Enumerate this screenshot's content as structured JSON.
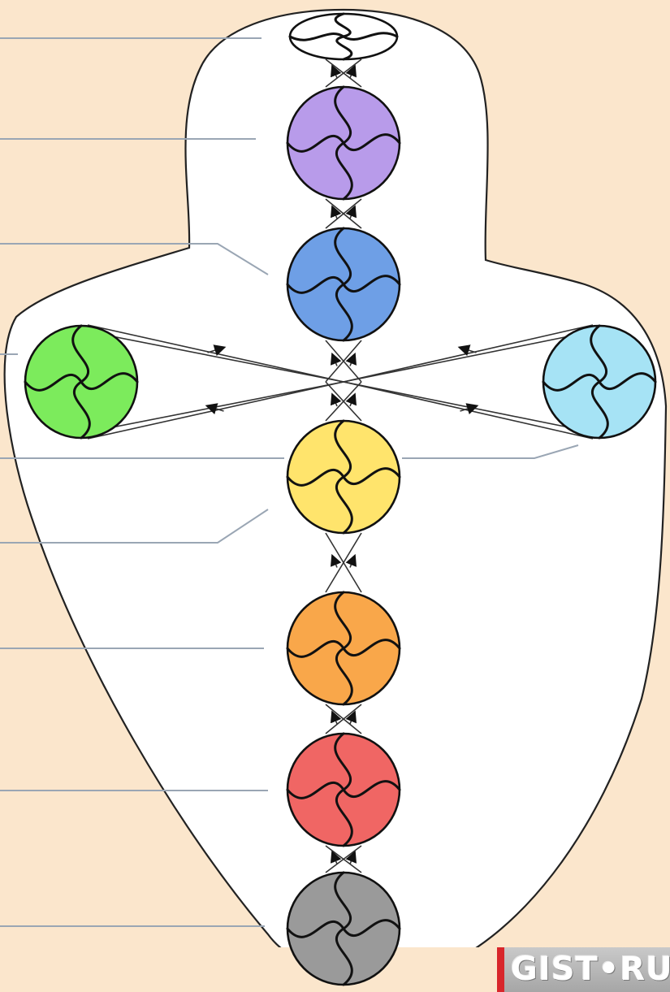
{
  "diagram": {
    "background_color": "#fbe6cc",
    "body_fill": "#ffffff",
    "outline_color": "#222222",
    "leader_line_color": "#9aa6b4",
    "chakras": [
      {
        "id": "crown",
        "color": "#ffffff",
        "icon": "swirl-icon"
      },
      {
        "id": "third-eye",
        "color": "#b89bea",
        "icon": "swirl-icon"
      },
      {
        "id": "throat",
        "color": "#6e9fe6",
        "icon": "swirl-icon"
      },
      {
        "id": "left-hand",
        "color": "#7ceb5c",
        "icon": "swirl-icon"
      },
      {
        "id": "right-hand",
        "color": "#a6e3f5",
        "icon": "swirl-icon"
      },
      {
        "id": "heart",
        "color": "#ffe46c",
        "icon": "swirl-icon"
      },
      {
        "id": "solar-plexus",
        "color": "#f9a74a",
        "icon": "swirl-icon"
      },
      {
        "id": "sacral",
        "color": "#f06664",
        "icon": "swirl-icon"
      },
      {
        "id": "root",
        "color": "#9a9a9a",
        "icon": "swirl-icon"
      }
    ]
  },
  "watermark": {
    "text": "GIST•RU",
    "accent_color": "#d8262b"
  }
}
